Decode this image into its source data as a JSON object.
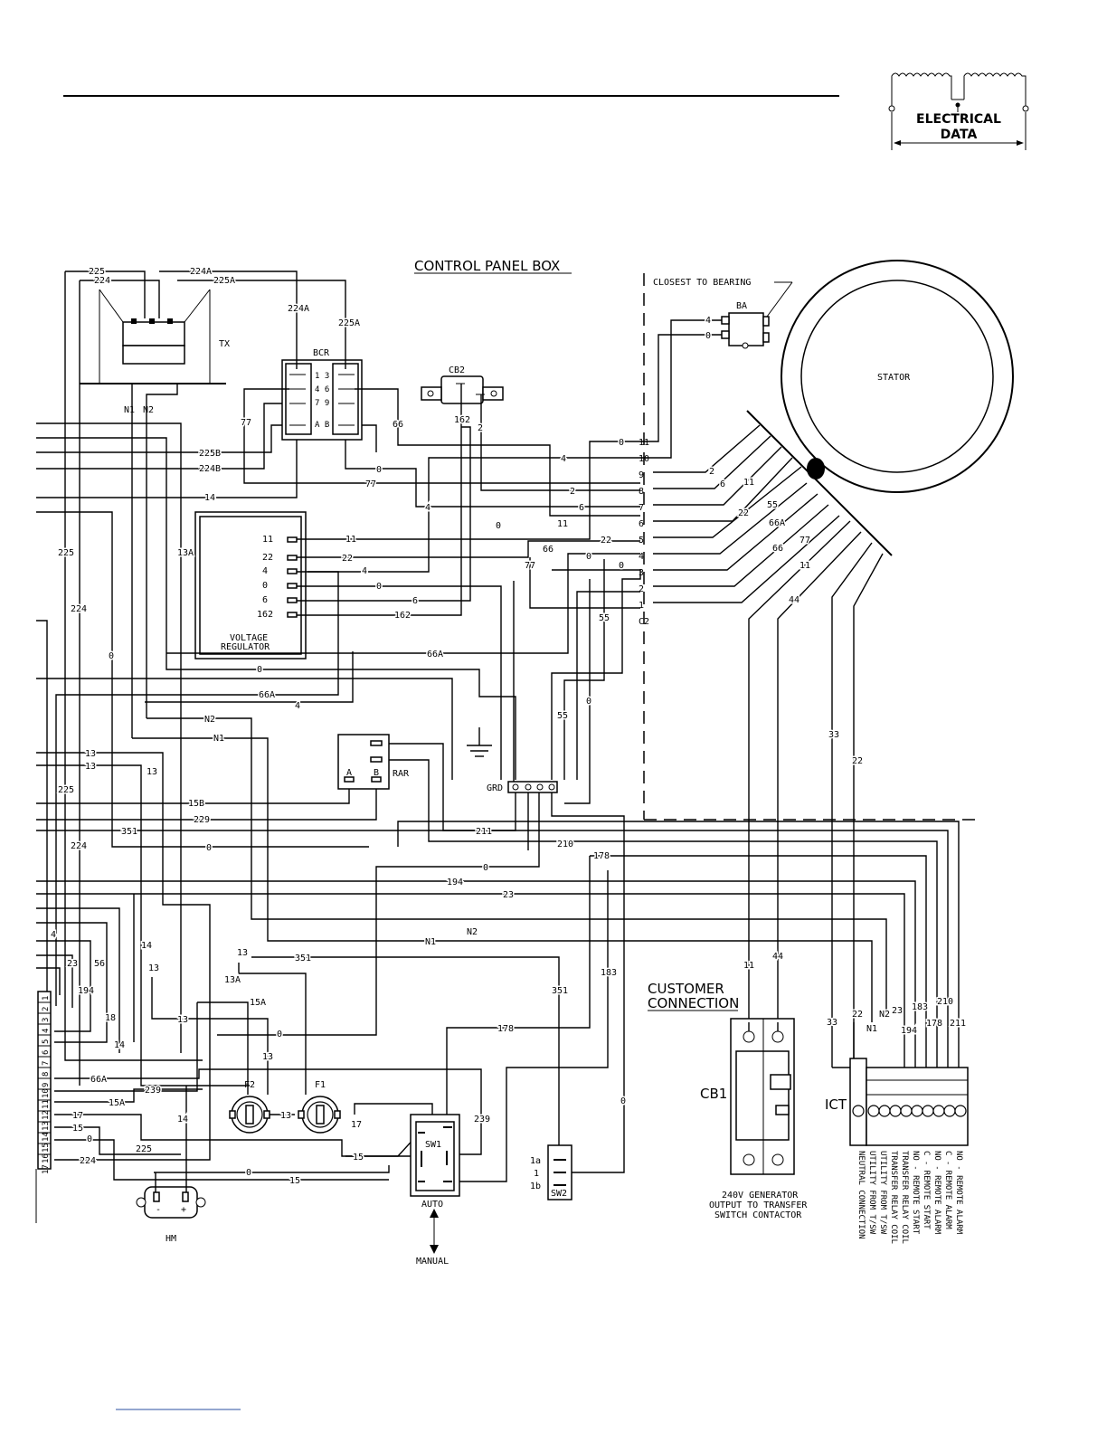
{
  "header": {
    "logo_line1": "ELECTRICAL",
    "logo_line2": "DATA"
  },
  "title": "CONTROL PANEL BOX",
  "components": {
    "tx": "TX",
    "n1": "N1",
    "n2": "N2",
    "bcr": "BCR",
    "bcr_pins": [
      "1 3",
      "4 6",
      "7 9",
      "A B"
    ],
    "cb2": "CB2",
    "ba": "BA",
    "closest_to_bearing": "CLOSEST TO BEARING",
    "stator": "STATOR",
    "voltage_regulator_line1": "VOLTAGE",
    "voltage_regulator_line2": "REGULATOR",
    "vr_terminals": [
      "11",
      "22",
      "4",
      "0",
      "6",
      "162"
    ],
    "c2": "C2",
    "c2_pins": [
      "11",
      "10",
      "9",
      "8",
      "7",
      "6",
      "5",
      "4",
      "3",
      "2",
      "1"
    ],
    "grd": "GRD",
    "rar": "RAR",
    "rar_a": "A",
    "rar_b": "B",
    "f1": "F1",
    "f2": "F2",
    "sw1": "SW1",
    "auto": "AUTO",
    "manual": "MANUAL",
    "sw2": "SW2",
    "sw2_pins": [
      "1a",
      "1",
      "1b"
    ],
    "hm": "HM",
    "hm_minus": "-",
    "hm_plus": "+",
    "cb1": "CB1",
    "ict": "ICT",
    "customer_connection_line1": "CUSTOMER",
    "customer_connection_line2": "CONNECTION",
    "cb1_desc_line1": "240V GENERATOR",
    "cb1_desc_line2": "OUTPUT TO TRANSFER",
    "cb1_desc_line3": "SWITCH CONTACTOR",
    "connector_pins": [
      "1",
      "2",
      "3",
      "4",
      "5",
      "6",
      "7",
      "8",
      "9",
      "10",
      "11",
      "12",
      "13",
      "14",
      "15",
      "16",
      "17"
    ]
  },
  "ict_terminals": [
    {
      "wire": "33",
      "desc": "NEUTRAL CONNECTION"
    },
    {
      "wire": "22",
      "desc": "UTILITY FROM T/SW"
    },
    {
      "wire": "N1",
      "desc": "UTILITY FROM T/SW"
    },
    {
      "wire": "N2",
      "desc": "TRANSFER RELAY COIL"
    },
    {
      "wire": "23",
      "desc": "TRANSFER RELAY COIL"
    },
    {
      "wire": "194",
      "desc": "NO - REMOTE START"
    },
    {
      "wire": "183",
      "desc": "C - REMOTE START"
    },
    {
      "wire": "178",
      "desc": "NO - REMOTE ALARM"
    },
    {
      "wire": "210",
      "desc": "C - REMOTE ALARM"
    },
    {
      "wire": "211",
      "desc": "NO - REMOTE ALARM"
    }
  ],
  "stator_leads": [
    "2",
    "6",
    "11",
    "22",
    "55",
    "66A",
    "66",
    "77",
    "11",
    "44"
  ],
  "wire_labels": {
    "w225": "225",
    "w224": "224",
    "w224A": "224A",
    "w225A": "225A",
    "w225B": "225B",
    "w224B": "224B",
    "w14": "14",
    "w13A": "13A",
    "w77": "77",
    "w66": "66",
    "w162": "162",
    "w2": "2",
    "w4": "4",
    "w0": "0",
    "w6": "6",
    "w11": "11",
    "w22": "22",
    "w55": "55",
    "w66A": "66A",
    "wN2": "N2",
    "wN1": "N1",
    "w13": "13",
    "w15B": "15B",
    "w229": "229",
    "w351": "351",
    "w211": "211",
    "w210": "210",
    "w178": "178",
    "w194": "194",
    "w23": "23",
    "w183": "183",
    "w15A": "15A",
    "w239": "239",
    "w17": "17",
    "w15": "15",
    "w56": "56",
    "w18": "18",
    "w33": "33",
    "w44": "44"
  }
}
